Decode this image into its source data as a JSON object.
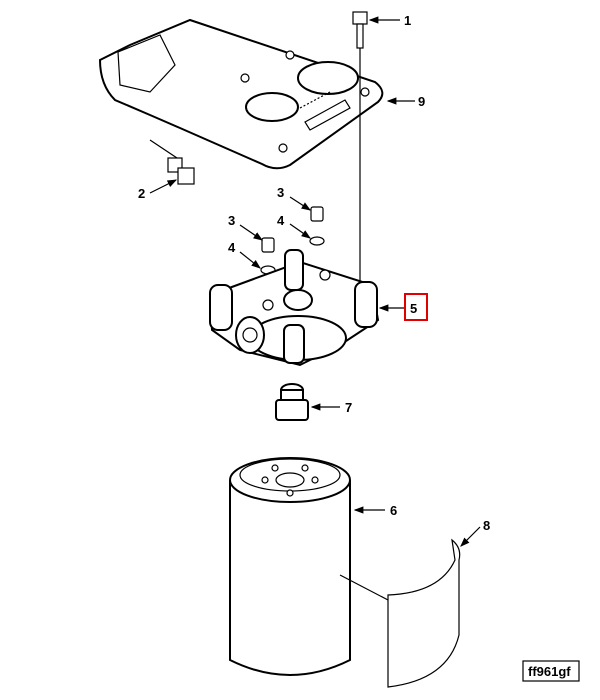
{
  "callouts": {
    "c1": "1",
    "c9": "9",
    "c2": "2",
    "c3a": "3",
    "c4a": "4",
    "c3b": "3",
    "c4b": "4",
    "c5": "5",
    "c7": "7",
    "c6": "6",
    "c8": "8"
  },
  "figure_id": "ff961gf",
  "highlight": {
    "callout": "5",
    "color": "#e00000"
  }
}
